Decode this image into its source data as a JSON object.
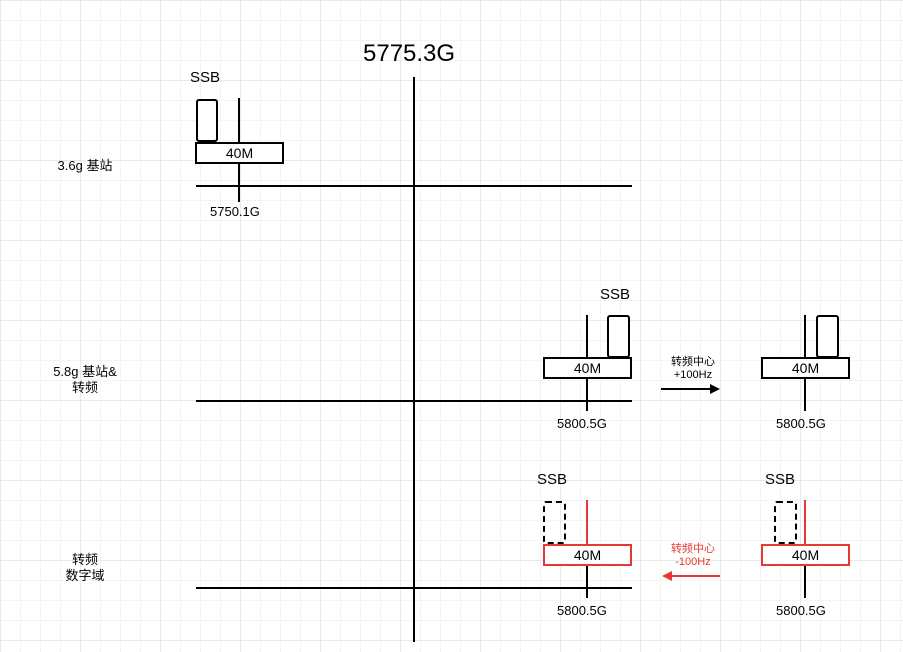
{
  "title": "5775.3G",
  "rows": {
    "row1_label": "3.6g 基站",
    "row2_label_line1": "5.8g 基站&",
    "row2_label_line2": "转频",
    "row3_label_line1": "转频",
    "row3_label_line2": "数字域"
  },
  "ssb_label": "SSB",
  "bandwidth_label": "40M",
  "freq_5750": "5750.1G",
  "freq_5800": "5800.5G",
  "arrow_black": {
    "line1": "转频中心",
    "line2": "+100Hz"
  },
  "arrow_red": {
    "line1": "转频中心",
    "line2": "-100Hz"
  },
  "colors": {
    "black": "#000000",
    "red": "#e53935",
    "grid": "#e9e9e9"
  }
}
